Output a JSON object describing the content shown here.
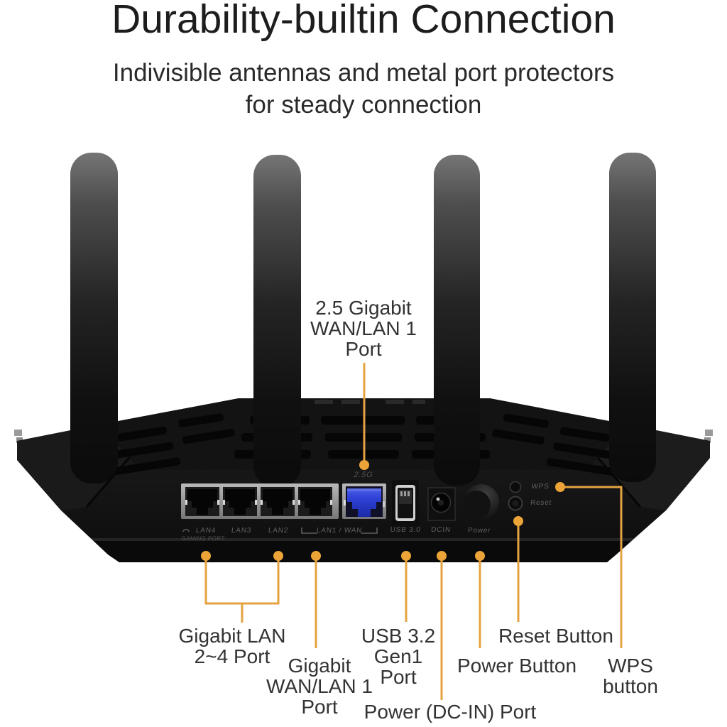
{
  "header": {
    "title": "Durability-builtin Connection",
    "subtitle_line1": "Indivisible antennas and metal port protectors",
    "subtitle_line2": "for steady connection"
  },
  "colors": {
    "accent_line": "#E4A340",
    "accent_dot": "#ECA438",
    "title_text": "#1d1d1d",
    "label_text": "#333333",
    "device_body": "#161616",
    "port_blue": "#2E41D6",
    "port_silver": "#a6a6a6"
  },
  "callout_labels": {
    "top_port": {
      "line1": "2.5 Gigabit",
      "line2": "WAN/LAN 1",
      "line3": "Port"
    },
    "gigabit_lan": {
      "line1": "Gigabit LAN",
      "line2": "2~4 Port"
    },
    "gigabit_wan": {
      "line1": "Gigabit",
      "line2": "WAN/LAN 1",
      "line3": "Port"
    },
    "usb": {
      "line1": "USB 3.2",
      "line2": "Gen1",
      "line3": "Port"
    },
    "power_port": {
      "line1": "Power (DC-IN) Port"
    },
    "power_button": {
      "line1": "Power Button"
    },
    "reset_button": {
      "line1": "Reset Button"
    },
    "wps_button": {
      "line1": "WPS",
      "line2": "button"
    }
  },
  "device_labels": {
    "speed_tag": "2.5G",
    "lan4": "LAN4",
    "lan3": "LAN3",
    "lan2": "LAN2",
    "lan1_wan": "LAN1 / WAN",
    "gaming_port": "GAMING PORT",
    "usb": "USB 3.0",
    "dcin": "DCIN",
    "power": "Power",
    "wps": "WPS",
    "reset": "Reset"
  }
}
